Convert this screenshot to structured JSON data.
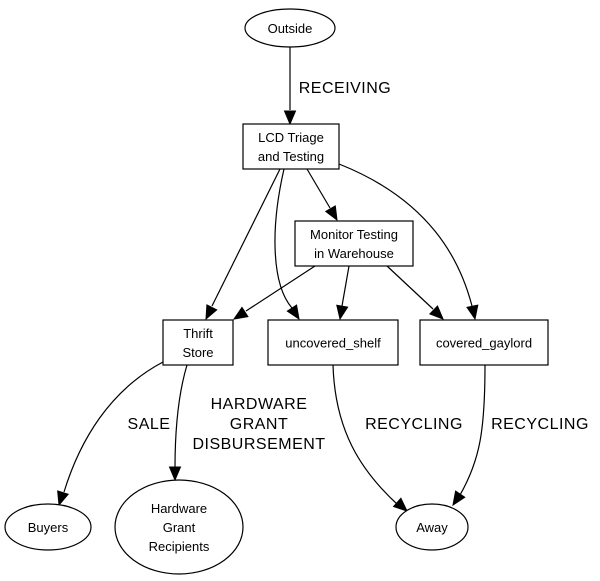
{
  "diagram": {
    "type": "directed-graph",
    "nodes": [
      {
        "id": "outside",
        "label": [
          "Outside"
        ],
        "shape": "ellipse"
      },
      {
        "id": "lcd",
        "label": [
          "LCD Triage",
          "and Testing"
        ],
        "shape": "box"
      },
      {
        "id": "monitor",
        "label": [
          "Monitor Testing",
          "in Warehouse"
        ],
        "shape": "box"
      },
      {
        "id": "thrift",
        "label": [
          "Thrift",
          "Store"
        ],
        "shape": "box"
      },
      {
        "id": "uncovered",
        "label": [
          "uncovered_shelf"
        ],
        "shape": "box"
      },
      {
        "id": "covered",
        "label": [
          "covered_gaylord"
        ],
        "shape": "box"
      },
      {
        "id": "buyers",
        "label": [
          "Buyers"
        ],
        "shape": "ellipse"
      },
      {
        "id": "hgr",
        "label": [
          "Hardware",
          "Grant",
          "Recipients"
        ],
        "shape": "ellipse"
      },
      {
        "id": "away",
        "label": [
          "Away"
        ],
        "shape": "ellipse"
      }
    ],
    "edges": [
      {
        "from": "outside",
        "to": "lcd",
        "label": [
          "RECEIVING"
        ]
      },
      {
        "from": "lcd",
        "to": "thrift",
        "label": []
      },
      {
        "from": "lcd",
        "to": "uncovered",
        "label": []
      },
      {
        "from": "lcd",
        "to": "monitor",
        "label": []
      },
      {
        "from": "lcd",
        "to": "covered",
        "label": []
      },
      {
        "from": "monitor",
        "to": "thrift",
        "label": []
      },
      {
        "from": "monitor",
        "to": "uncovered",
        "label": []
      },
      {
        "from": "monitor",
        "to": "covered",
        "label": []
      },
      {
        "from": "thrift",
        "to": "buyers",
        "label": [
          "SALE"
        ]
      },
      {
        "from": "thrift",
        "to": "hgr",
        "label": [
          "HARDWARE",
          "GRANT",
          "DISBURSEMENT"
        ]
      },
      {
        "from": "uncovered",
        "to": "away",
        "label": [
          "RECYCLING"
        ]
      },
      {
        "from": "covered",
        "to": "away",
        "label": [
          "RECYCLING"
        ]
      }
    ]
  }
}
